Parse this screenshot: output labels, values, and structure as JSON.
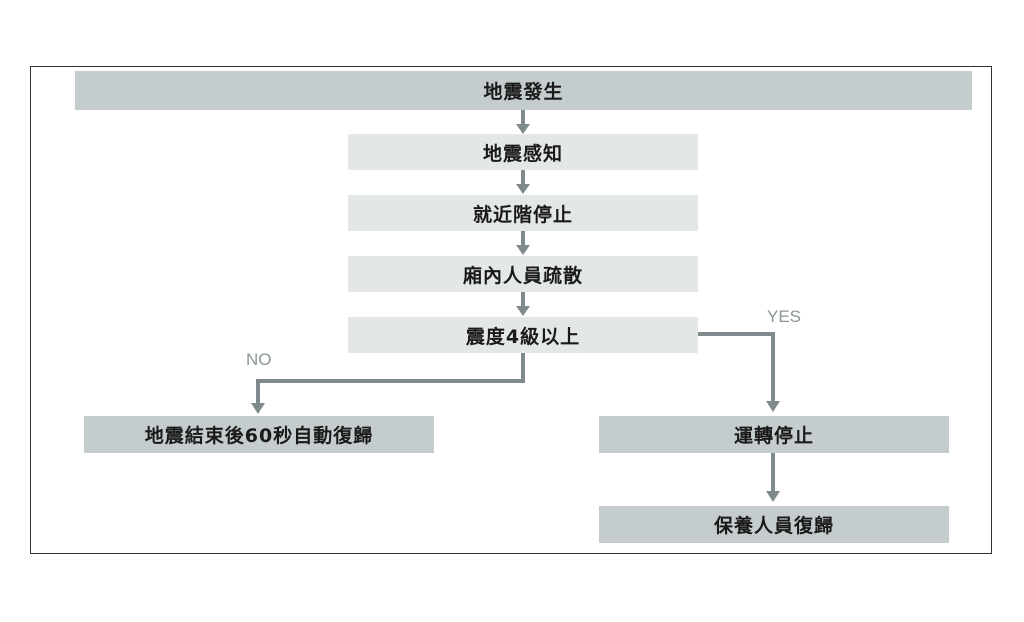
{
  "nodes": {
    "start": "地震發生",
    "detect": "地震感知",
    "stop_nearest": "就近階停止",
    "evacuate": "廂內人員疏散",
    "decision": "震度4級以上",
    "auto_recover": "地震結束後60秒自動復歸",
    "halt": "運轉停止",
    "maint_recover": "保養人員復歸"
  },
  "branches": {
    "no": "NO",
    "yes": "YES"
  },
  "colors": {
    "dark_box": "#c4cccd",
    "light_box": "#e3e7e6",
    "arrow": "#7f8a8c",
    "label": "#8a9597"
  }
}
